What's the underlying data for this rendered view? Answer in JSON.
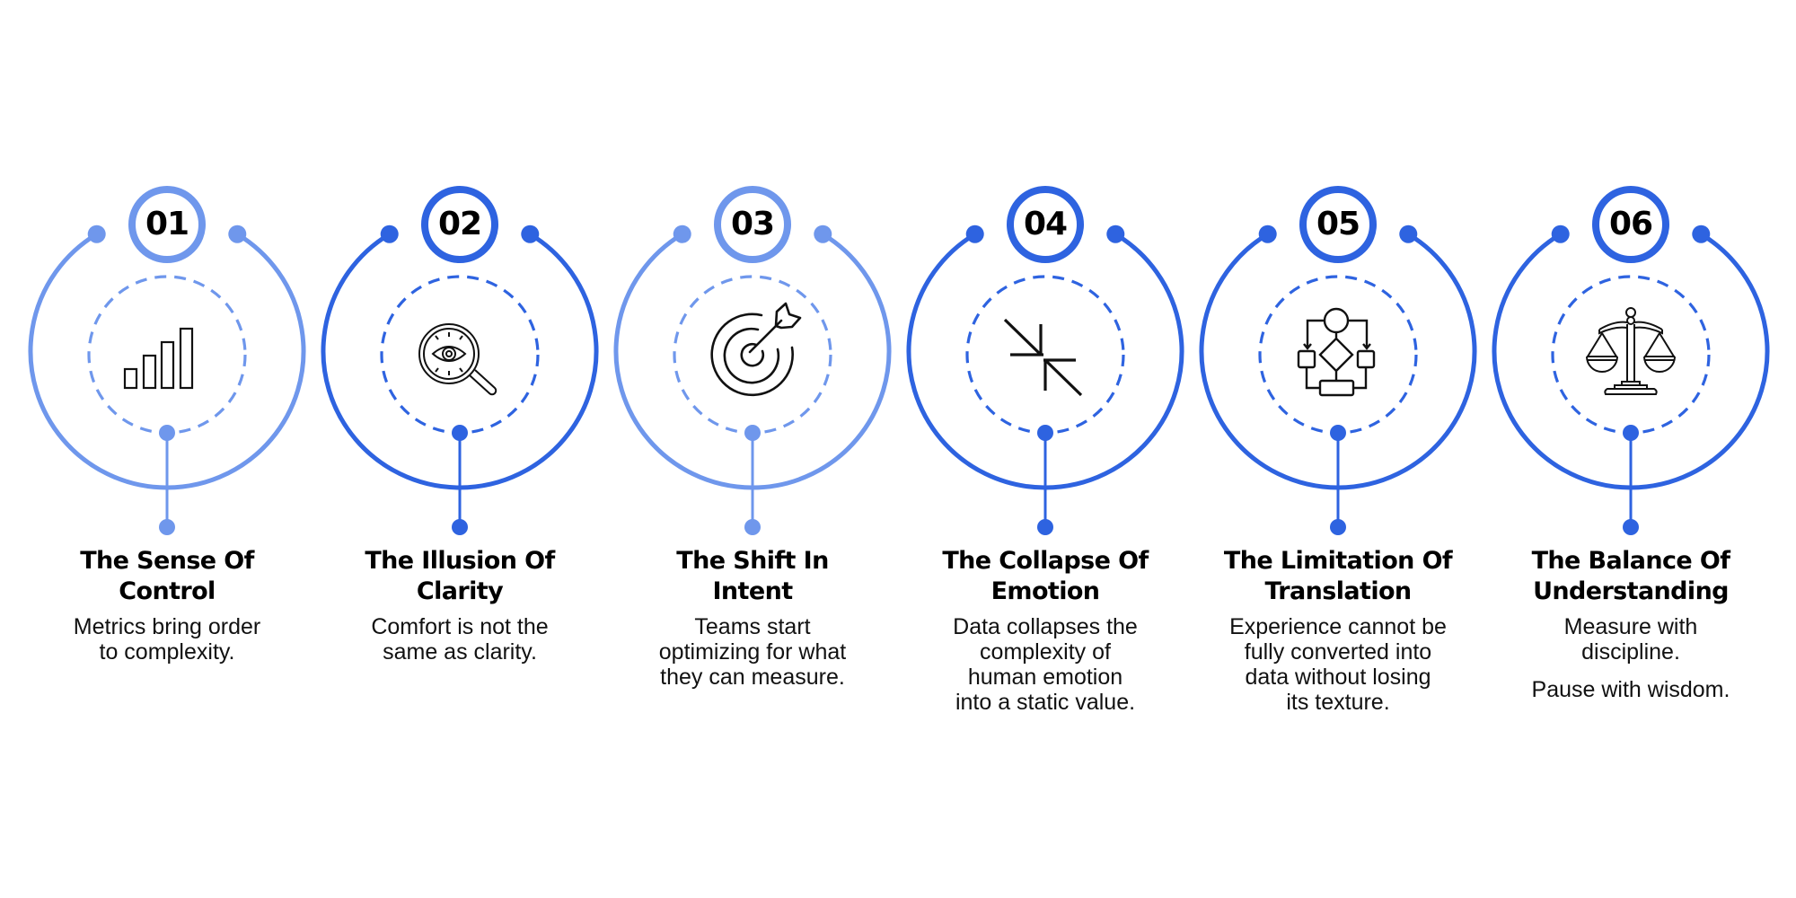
{
  "colors": {
    "light_blue": "#6f97ec",
    "dark_blue": "#2e63e0",
    "text": "#000000",
    "background": "#ffffff"
  },
  "steps": [
    {
      "number": "01",
      "tone": "light",
      "icon": "bar-chart-icon",
      "title_line1": "The Sense Of",
      "title_line2": "Control",
      "description": [
        "Metrics bring order to complexity."
      ],
      "desc_lines": [
        "Metrics bring order",
        "to complexity."
      ]
    },
    {
      "number": "02",
      "tone": "dark",
      "icon": "magnifier-eye-icon",
      "title_line1": "The Illusion Of",
      "title_line2": "Clarity",
      "description": [
        "Comfort is not the same as clarity."
      ],
      "desc_lines": [
        "Comfort is not the",
        "same as clarity."
      ]
    },
    {
      "number": "03",
      "tone": "light",
      "icon": "target-arrow-icon",
      "title_line1": "The Shift In",
      "title_line2": "Intent",
      "description": [
        "Teams start optimizing for what they can measure."
      ],
      "desc_lines": [
        "Teams start",
        "optimizing for what",
        "they can measure."
      ]
    },
    {
      "number": "04",
      "tone": "dark",
      "icon": "collapse-arrows-icon",
      "title_line1": "The Collapse Of",
      "title_line2": "Emotion",
      "description": [
        "Data collapses the complexity of human emotion into a static value."
      ],
      "desc_lines": [
        "Data collapses the",
        "complexity of",
        "human emotion",
        "into a static value."
      ]
    },
    {
      "number": "05",
      "tone": "dark",
      "icon": "flowchart-icon",
      "title_line1": "The Limitation Of",
      "title_line2": "Translation",
      "description": [
        "Experience cannot be fully converted into data without losing its texture."
      ],
      "desc_lines": [
        "Experience cannot be",
        "fully converted into",
        "data without losing",
        "its texture."
      ]
    },
    {
      "number": "06",
      "tone": "dark",
      "icon": "balance-scale-icon",
      "title_line1": "The Balance Of",
      "title_line2": "Understanding",
      "description": [
        "Measure with discipline.",
        "Pause with wisdom."
      ],
      "desc_lines": [
        "Measure with",
        "discipline."
      ],
      "desc_lines_2": [
        "Pause with wisdom."
      ]
    }
  ]
}
